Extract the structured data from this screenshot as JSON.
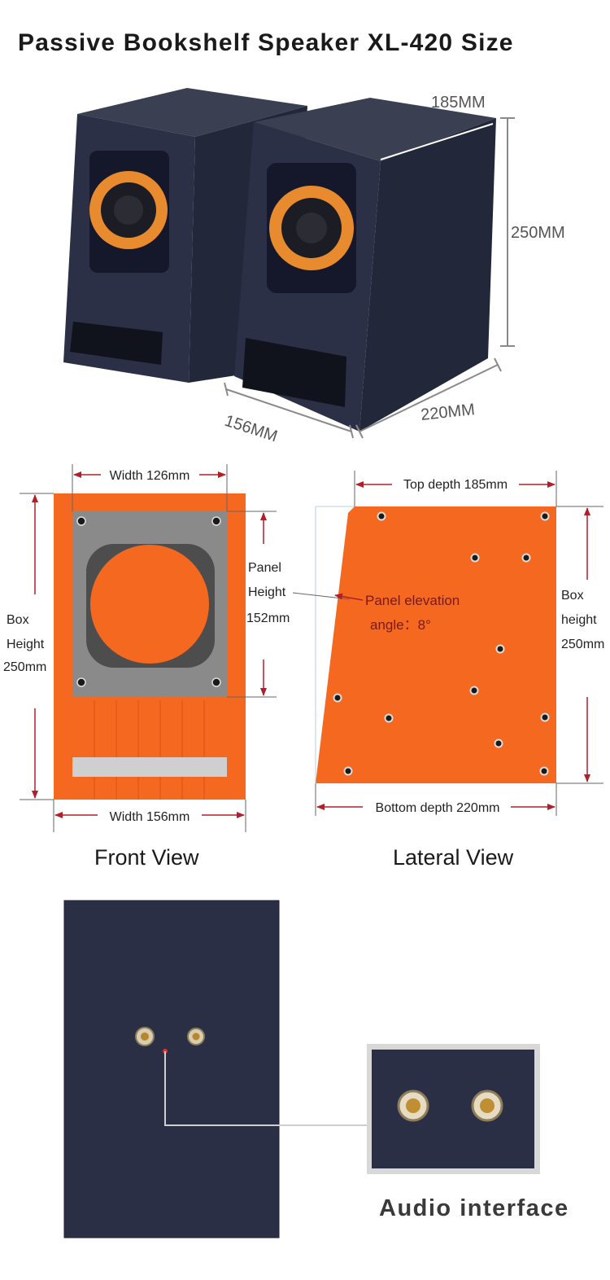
{
  "title": "Passive Bookshelf Speaker XL-420 Size",
  "photo": {
    "dim_top": "185MM",
    "dim_height": "250MM",
    "dim_width": "156MM",
    "dim_depth": "220MM"
  },
  "front_view": {
    "caption": "Front View",
    "width_top": "Width 126mm",
    "width_bottom": "Width 156mm",
    "box_height": [
      "Box",
      "Height",
      "250mm"
    ],
    "panel_height": [
      "Panel",
      "Height",
      "152mm"
    ]
  },
  "lateral_view": {
    "caption": "Lateral View",
    "top_depth": "Top depth 185mm",
    "bottom_depth": "Bottom depth 220mm",
    "box_height": [
      "Box",
      "height",
      "250mm"
    ],
    "elevation": [
      "Panel elevation",
      "angle：8°"
    ]
  },
  "rear": {
    "label": "Audio interface"
  },
  "colors": {
    "orange": "#f5681f",
    "cabinet": "#2a2f45",
    "dim_red": "#b0202a",
    "panel_gray": "#8a8a8a",
    "dark_gray": "#4d4d4d"
  }
}
